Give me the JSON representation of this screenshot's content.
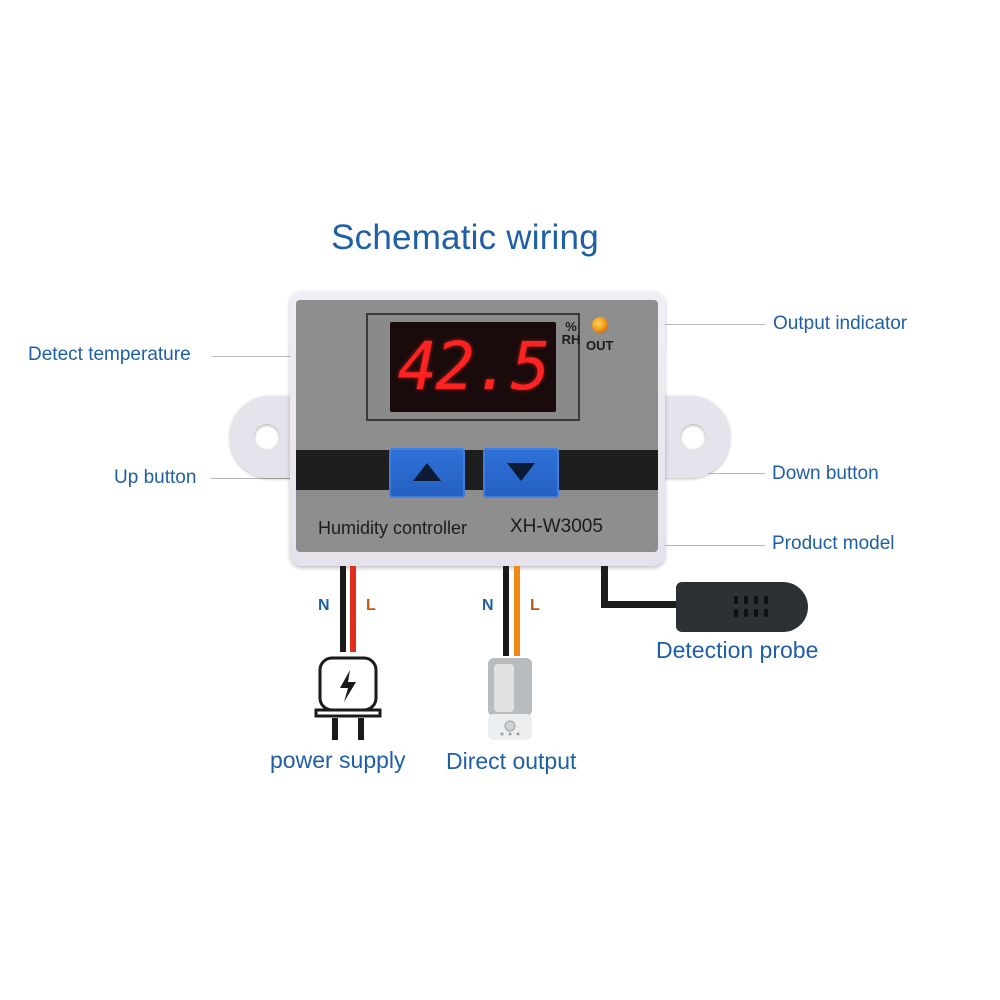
{
  "title": "Schematic wiring",
  "labels": {
    "detect_temperature": "Detect temperature",
    "output_indicator": "Output indicator",
    "up_button": "Up button",
    "down_button": "Down button",
    "product_model": "Product model",
    "detection_probe": "Detection probe",
    "power_supply": "power supply",
    "direct_output": "Direct output"
  },
  "device": {
    "display_value": "42.5",
    "unit_top": "%",
    "unit_bottom": "RH",
    "led_label": "OUT",
    "name": "Humidity controller",
    "model": "XH-W3005"
  },
  "wires": {
    "power": {
      "n": "N",
      "l": "L"
    },
    "output": {
      "n": "N",
      "l": "L"
    }
  },
  "colors": {
    "label_blue": "#1f5fa6",
    "wire_black": "#1a1a1a",
    "wire_red": "#e32b1e",
    "wire_orange": "#f08a16",
    "button_blue": "#2a68cf",
    "display_red": "#ff2222",
    "led_orange": "#f2a219"
  },
  "icons": {
    "power_plug": "plug-icon",
    "humidifier": "humidifier-icon",
    "up_arrow": "triangle-up-icon",
    "down_arrow": "triangle-down-icon"
  }
}
